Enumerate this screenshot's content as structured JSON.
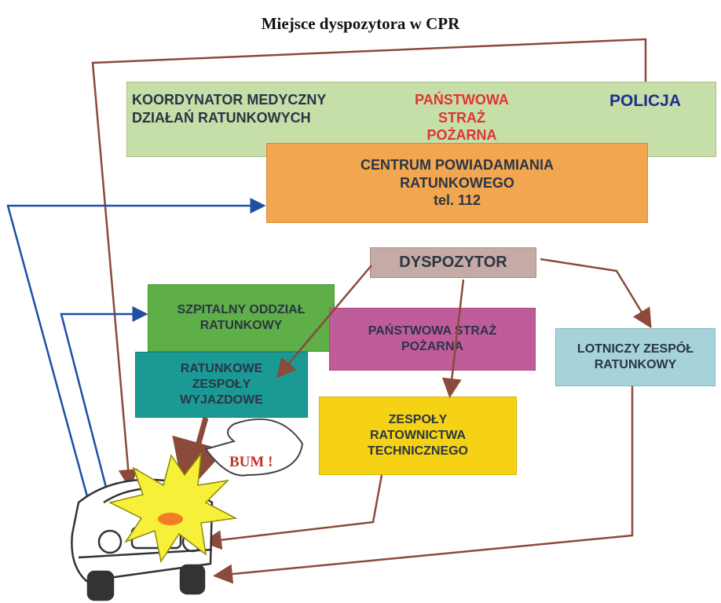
{
  "title": "Miejsce dyspozytora w CPR",
  "top_group": {
    "koordynator": "KOORDYNATOR MEDYCZNY\nDZIAŁAŃ RATUNKOWYCH",
    "psp": "PAŃSTWOWA STRAŻ\nPOŻARNA",
    "policja": "POLICJA"
  },
  "cpr": {
    "line1": "CENTRUM POWIADAMIANIA",
    "line2": "RATUNKOWEGO",
    "phone": "tel. 112"
  },
  "dyspozytor": "DYSPOZYTOR",
  "sor": "SZPITALNY ODDZIAŁ\nRATUNKOWY",
  "psp2": "PAŃSTWOWA STRAŻ\nPOŻARNA",
  "lzr": "LOTNICZY ZESPÓŁ\nRATUNKOWY",
  "rzw": "RATUNKOWE\nZESPOŁY\nWYJAZDOWE",
  "zrt": "ZESPOŁY\nRATOWNICTWA\nTECHNICZNEGO",
  "bum": "BUM !",
  "colors": {
    "top_group_bg": "#c6dea8",
    "cpr_bg": "#f2a650",
    "dyspozytor_bg": "#c5aaa6",
    "sor_bg": "#5eaf47",
    "psp2_bg": "#c05c9a",
    "lzr_bg": "#a6d2d9",
    "rzw_bg": "#1b9a95",
    "zrt_bg": "#f5d214",
    "blue_text": "#1e2f8e",
    "red_text": "#e03434",
    "arrow_brown": "#8b4a3a",
    "arrow_blue": "#1f4ea5",
    "explosion": "#f7f03a"
  }
}
